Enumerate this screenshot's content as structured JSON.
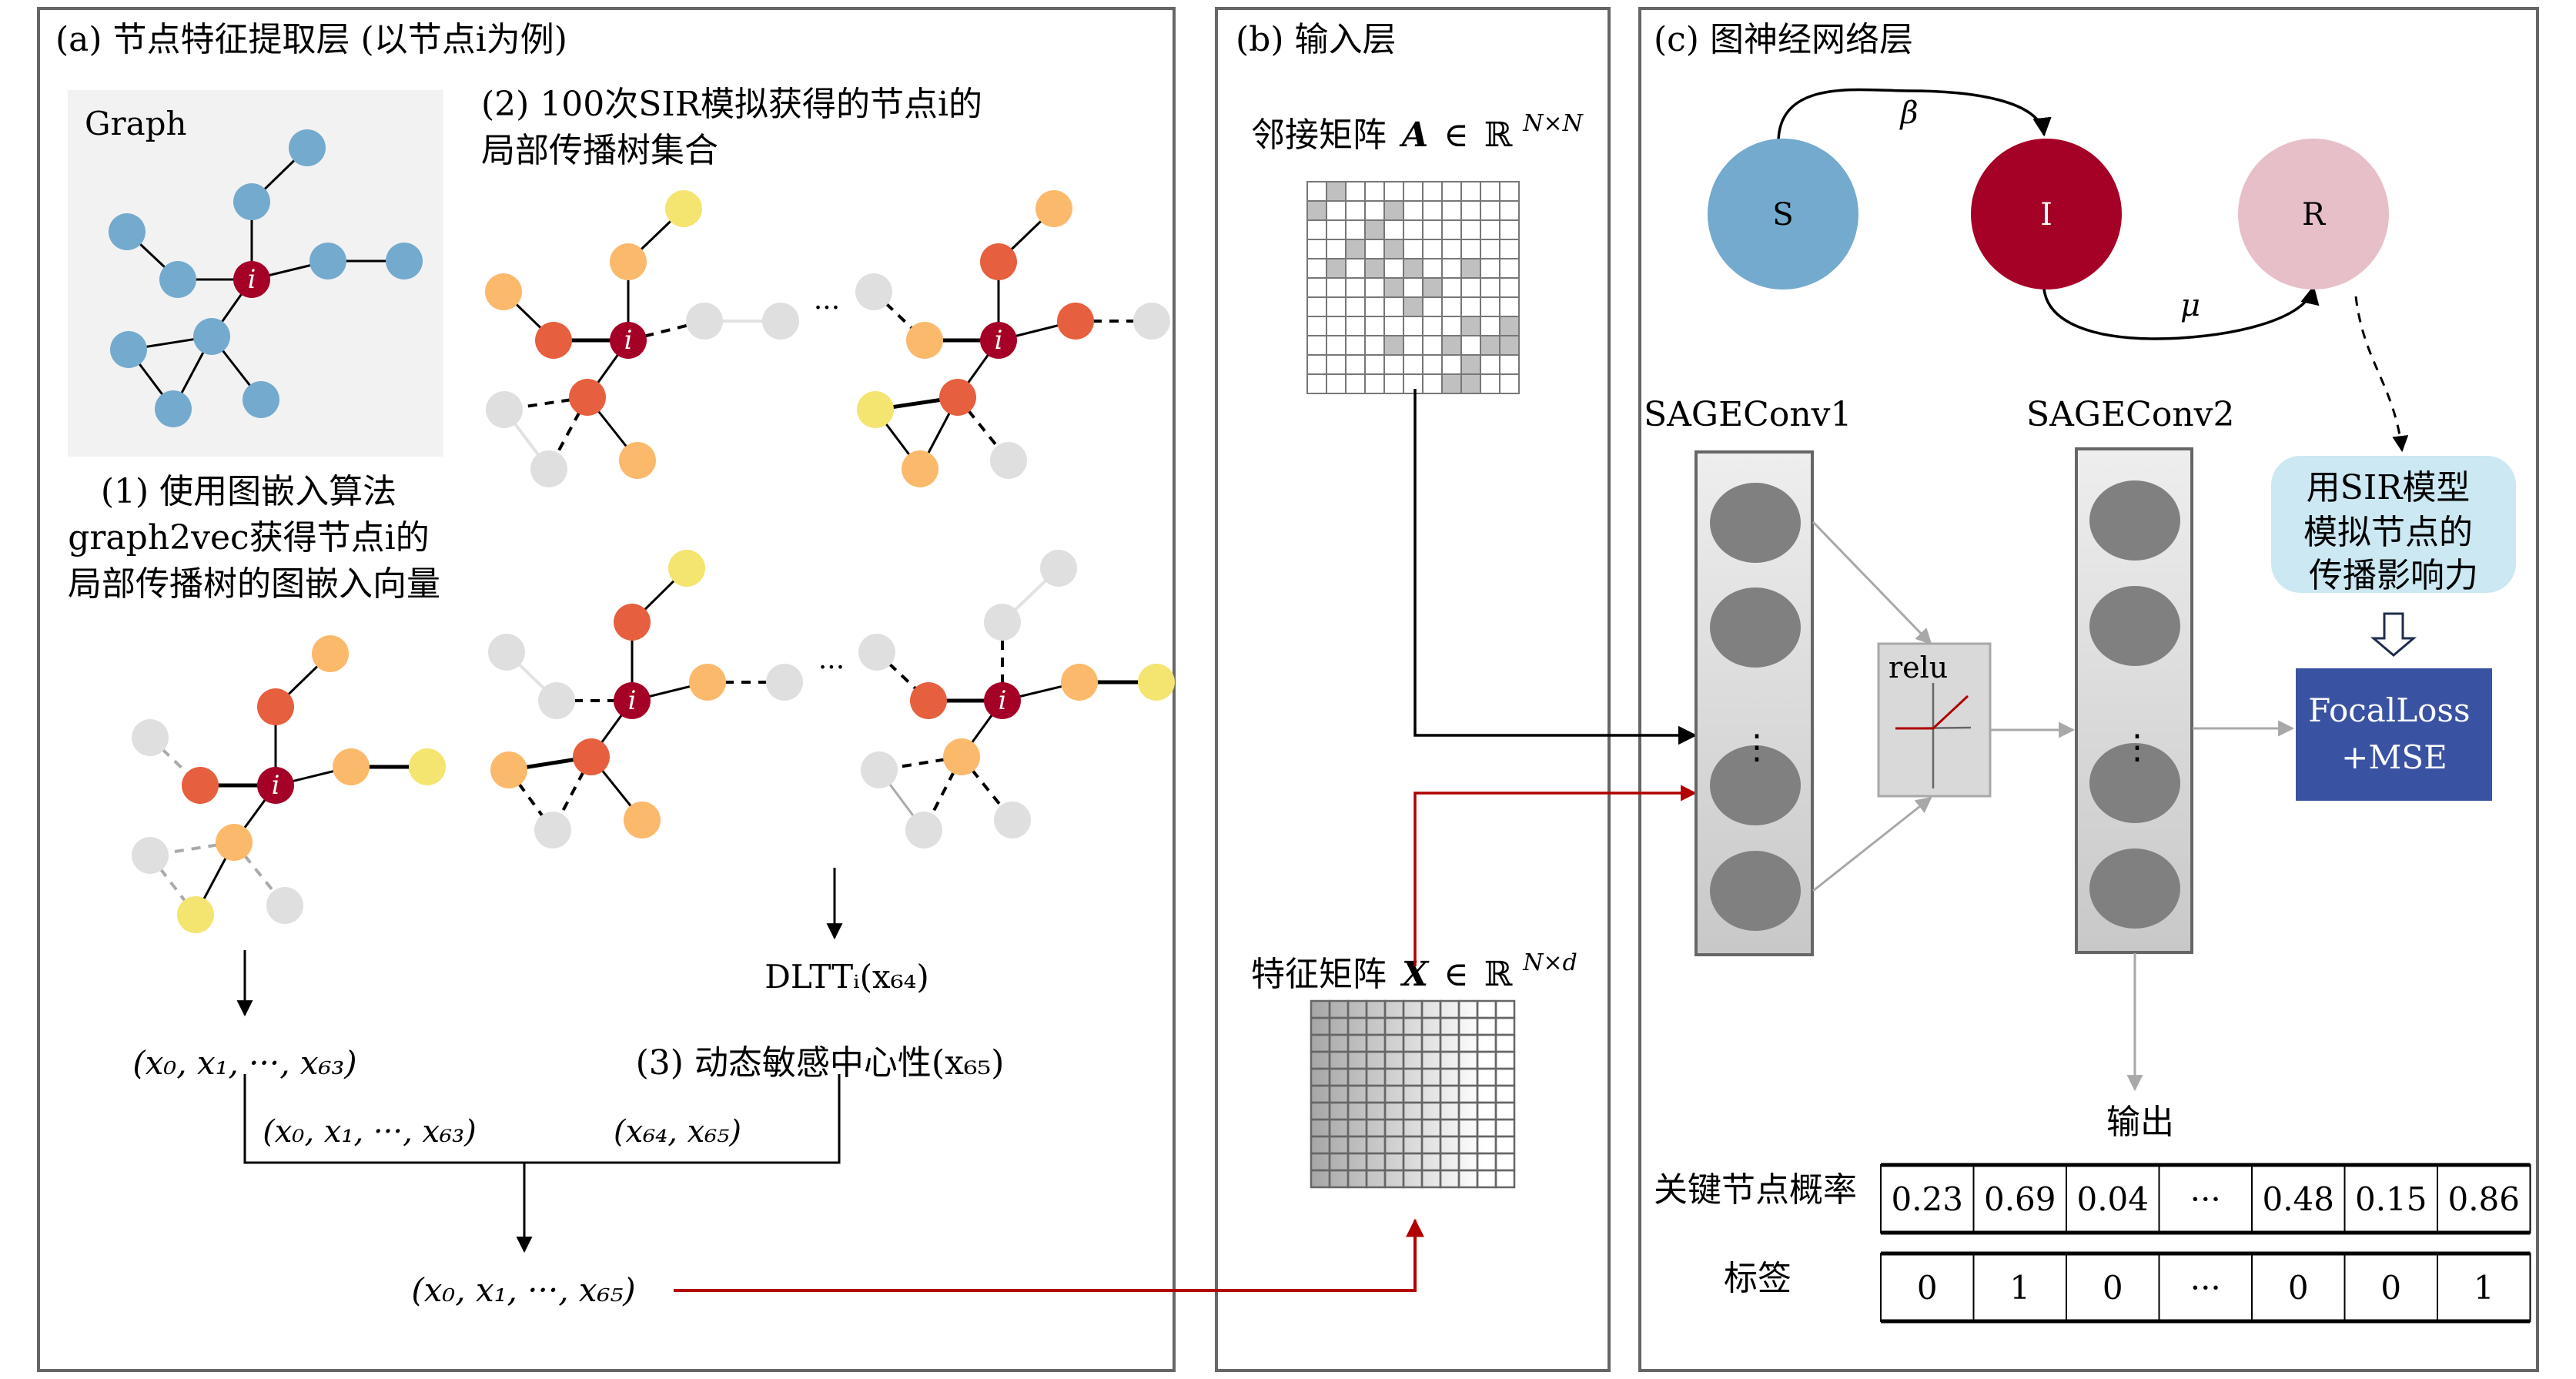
{
  "colors": {
    "node_blue": "#74aacd",
    "node_focus": "#a50026",
    "node_red": "#e65f3e",
    "node_orange": "#fbb96b",
    "node_yellow": "#f4e470",
    "node_gray": "#dfdfdf",
    "graph_bg": "#f2f2f2",
    "sir_s": "#74aacd",
    "sir_i": "#a50026",
    "sir_r": "#e7bfc8",
    "loss_box": "#3a52a2",
    "note_box": "#cce8f2",
    "red_arrow": "#b00000",
    "gray_arrow": "#a8a8a8",
    "neuron": "#808080",
    "frame": "#666666"
  },
  "panel_a": {
    "title": "(a) 节点特征提取层 (以节点i为例)",
    "graph_label": "Graph",
    "focus_node_label": "i",
    "step1_lines": [
      "(1) 使用图嵌入算法",
      "graph2vec获得节点i的",
      "局部传播树的图嵌入向量"
    ],
    "step2_lines": [
      "(2) 100次SIR模拟获得的节点i的",
      "局部传播树集合"
    ],
    "ellipsis": "···",
    "vec_embed": "(x₀, x₁, ···, x₆₃)",
    "dltt": "DLTTᵢ(x₆₄)",
    "step3": "(3) 动态敏感中心性(x₆₅)",
    "merge_left": "(x₀, x₁, ···, x₆₃)",
    "merge_right": "(x₆₄, x₆₅)",
    "final_vec": "(x₀, x₁, ···, x₆₅)"
  },
  "panel_b": {
    "title": "(b) 输入层",
    "adj_label": "邻接矩阵 A ∈ ℝ^{N×N}",
    "adj_prefix": "邻接矩阵",
    "adj_symbol": "A",
    "adj_in": "∈",
    "adj_field": "ℝ",
    "adj_sup": "N×N",
    "feat_prefix": "特征矩阵",
    "feat_symbol": "X",
    "feat_in": "∈",
    "feat_field": "ℝ",
    "feat_sup": "N×d",
    "adjacency_size": 11,
    "adjacency_filled": [
      [
        0,
        1
      ],
      [
        1,
        0
      ],
      [
        1,
        4
      ],
      [
        2,
        3
      ],
      [
        3,
        2
      ],
      [
        3,
        4
      ],
      [
        4,
        1
      ],
      [
        4,
        3
      ],
      [
        4,
        5
      ],
      [
        4,
        8
      ],
      [
        5,
        4
      ],
      [
        5,
        6
      ],
      [
        6,
        5
      ],
      [
        7,
        8
      ],
      [
        7,
        10
      ],
      [
        8,
        4
      ],
      [
        8,
        7
      ],
      [
        8,
        9
      ],
      [
        8,
        10
      ],
      [
        9,
        8
      ],
      [
        10,
        7
      ],
      [
        10,
        8
      ]
    ],
    "feature_rows": 11,
    "feature_cols": 11
  },
  "panel_c": {
    "title": "(c) 图神经网络层",
    "sir_states": [
      {
        "id": "S",
        "label": "S"
      },
      {
        "id": "I",
        "label": "I"
      },
      {
        "id": "R",
        "label": "R"
      }
    ],
    "beta": "β",
    "mu": "μ",
    "conv1": "SAGEConv1",
    "conv2": "SAGEConv2",
    "relu": "relu",
    "vdots": "⋮",
    "note_lines": [
      "用SIR模型",
      "模拟节点的",
      "传播影响力"
    ],
    "loss_lines": [
      "FocalLoss",
      "+MSE"
    ],
    "output_label": "输出",
    "prob_row_label": "关键节点概率",
    "label_row_label": "标签",
    "probabilities": [
      "0.23",
      "0.69",
      "0.04",
      "···",
      "0.48",
      "0.15",
      "0.86"
    ],
    "labels": [
      "0",
      "1",
      "0",
      "···",
      "0",
      "0",
      "1"
    ]
  }
}
